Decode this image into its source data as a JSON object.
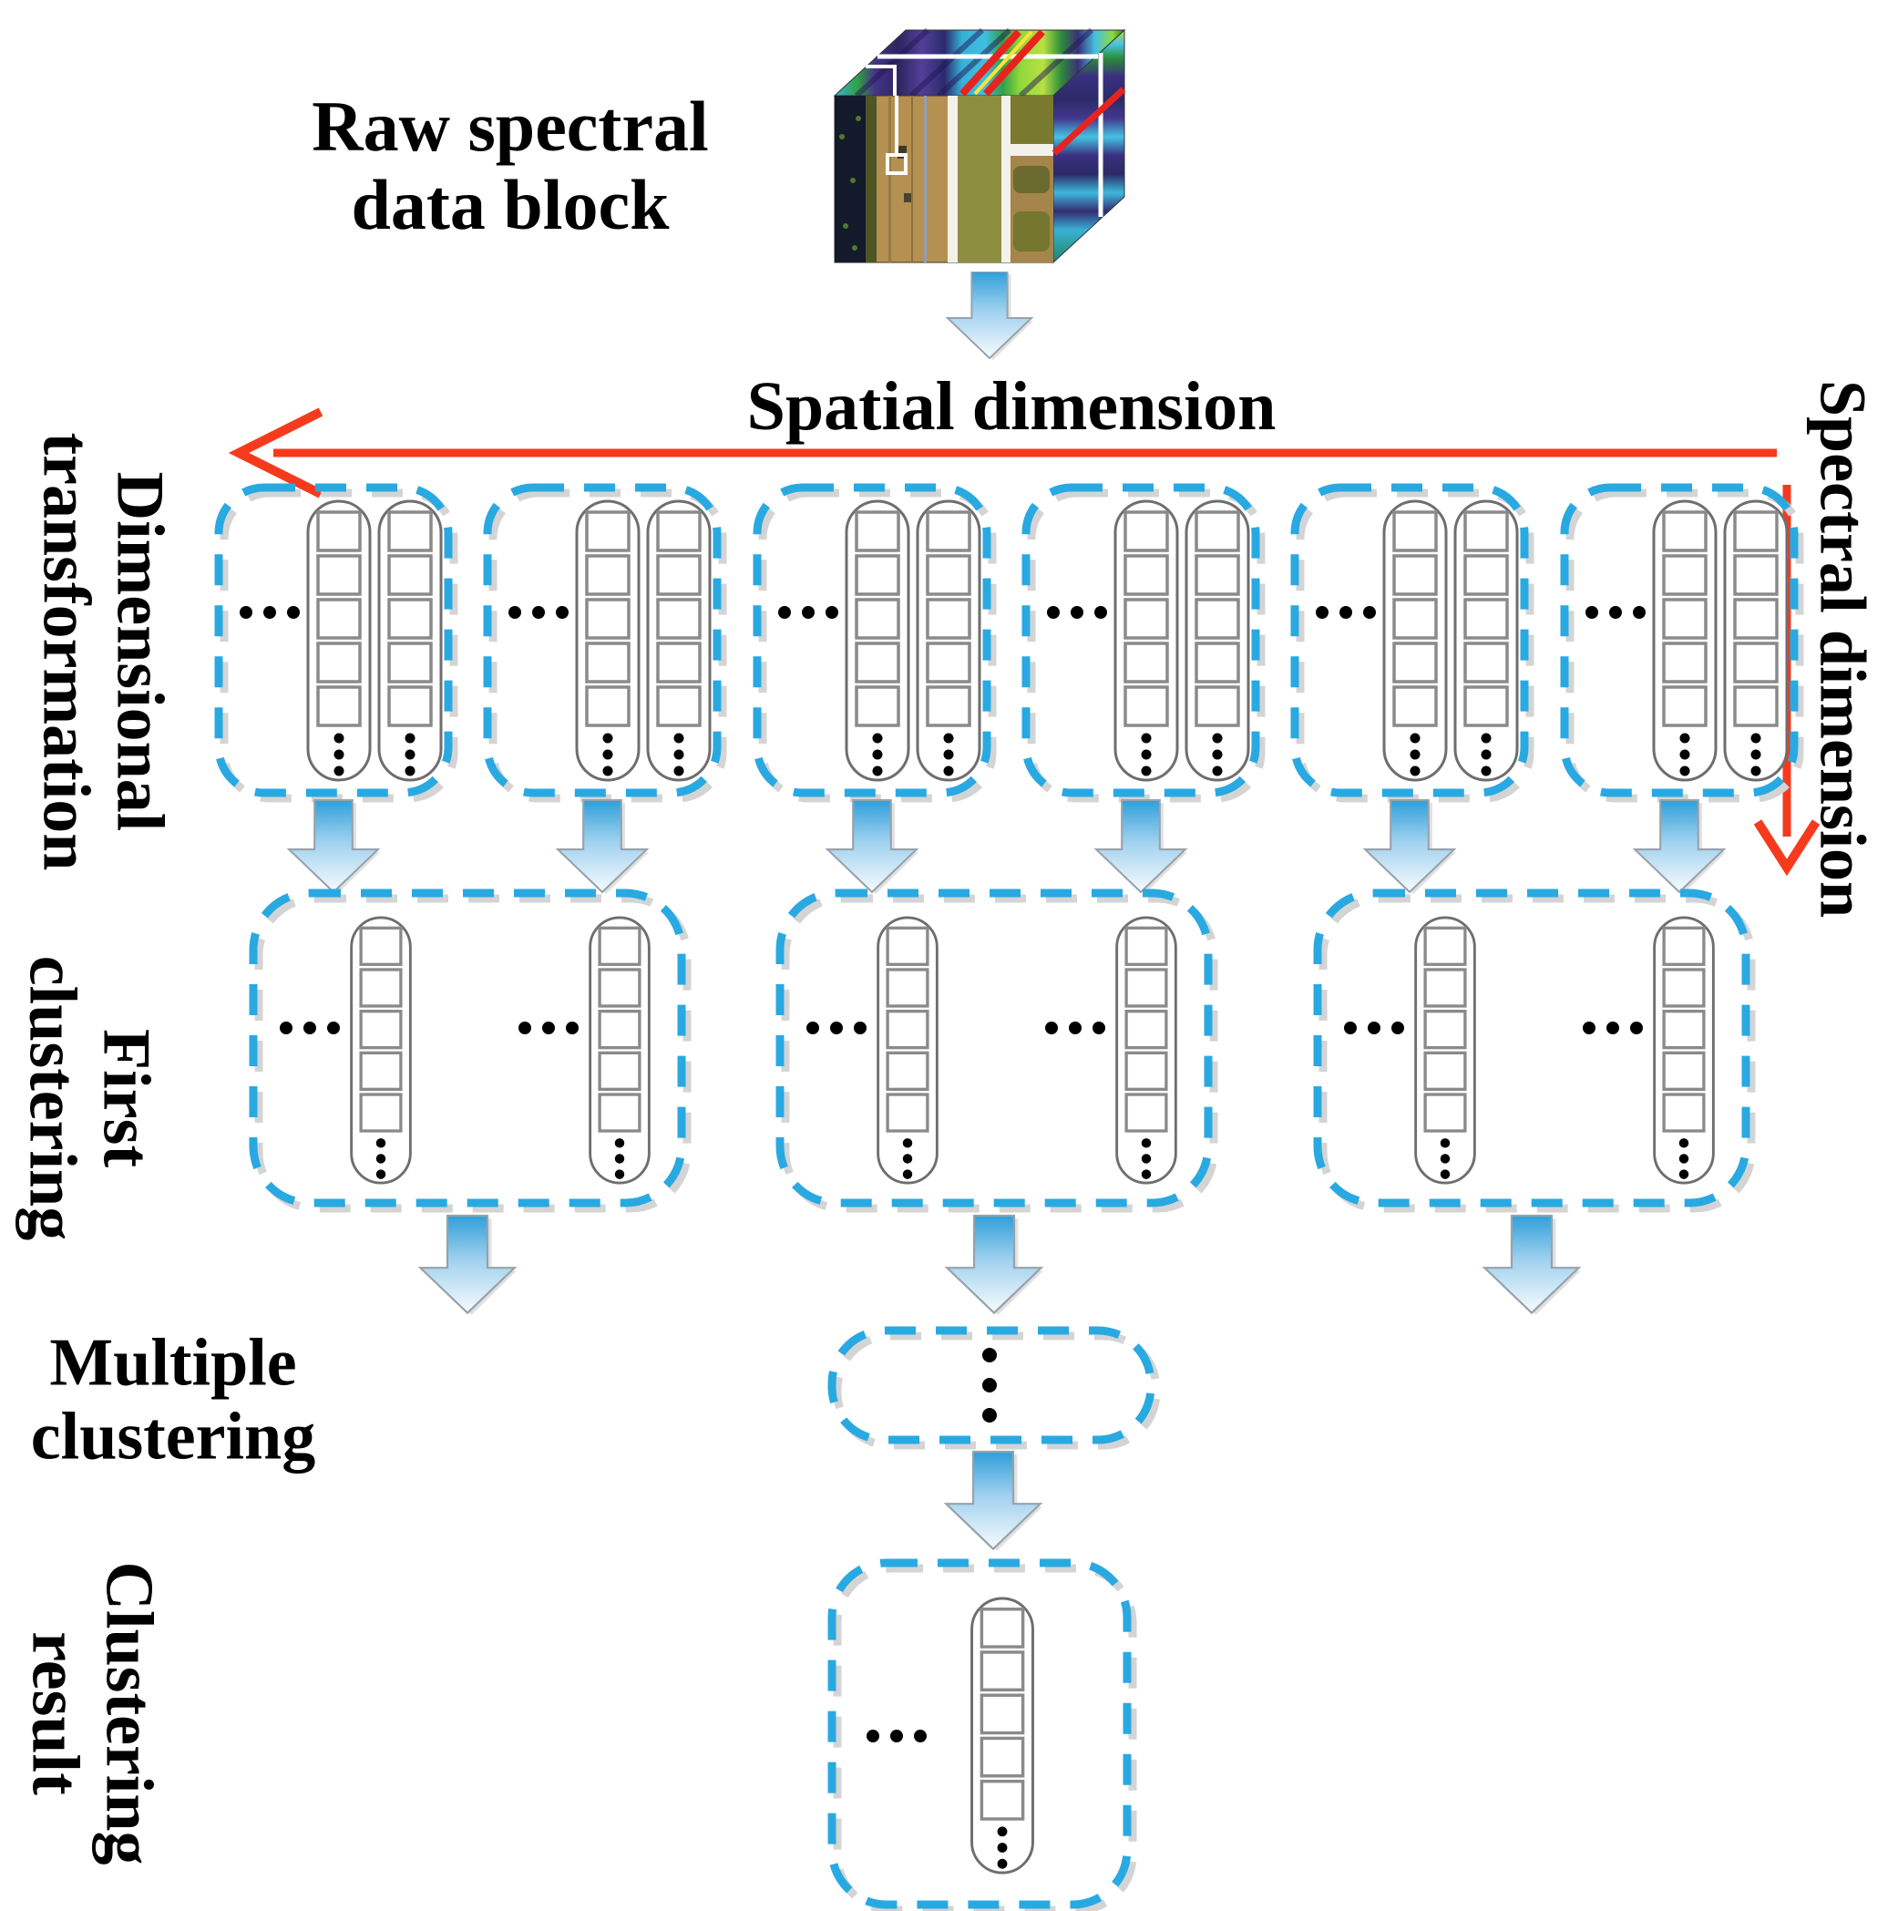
{
  "figure": {
    "cube_label": {
      "line1": "Raw spectral",
      "line2": "data block"
    },
    "axes": {
      "spatial": "Spatial dimension",
      "spectral": "Spectral dimension"
    },
    "stage_labels": {
      "dimensional_transformation": {
        "line1": "Dimensional",
        "line2": "transformation"
      },
      "first_clustering": {
        "line1": "First",
        "line2": "clustering"
      },
      "multiple_clustering": {
        "line1": "Multiple",
        "line2": "clustering"
      },
      "clustering_result": {
        "line1": "Clustering",
        "line2": "result"
      }
    },
    "structure": {
      "transform_groups": 6,
      "first_clustering_groups": 3,
      "multiple_clustering_groups": 1,
      "result_groups": 1,
      "vectors_per_transform_group": 2,
      "squares_per_vector": 5,
      "dots_per_vector": 3
    },
    "colors": {
      "box_dash_blue": "#29a9e1",
      "red_arrow": "#f63a1e",
      "arrow_gradient_top": "#2f9fd9",
      "arrow_gradient_bottom": "#f7fbfe",
      "capsule_outline": "#6e6e6e",
      "text": "#000000"
    }
  }
}
